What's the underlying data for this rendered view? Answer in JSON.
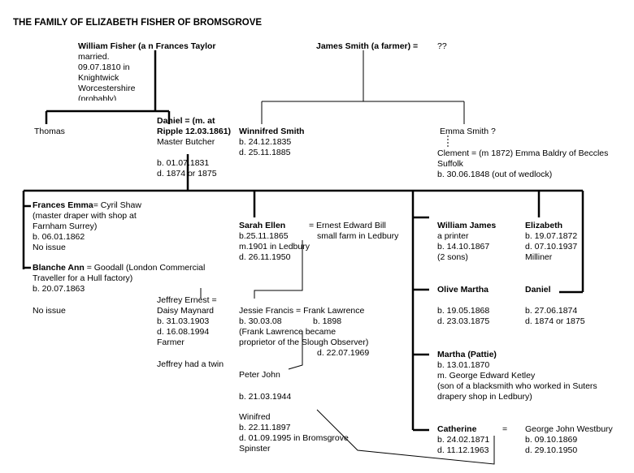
{
  "title": "THE FAMILY OF ELIZABETH FISHER OF BROMSGROVE",
  "gen1": {
    "william": {
      "name": "William Fisher (a n Frances Taylor",
      "married": "married.",
      "date": "09.07.1810 in",
      "place1": "Knightwick",
      "place2": "Worcestershire",
      "note": "(probably)"
    },
    "james": {
      "name": "James Smith  (a farmer) =",
      "spouse": "??"
    }
  },
  "gen2": {
    "thomas": "Thomas",
    "daniel": {
      "name": "Daniel   = (m. at",
      "marriage": "Ripple 12.03.1861)",
      "occupation": "Master Butcher",
      "born": "b. 01.07.1831",
      "died": "d. 1874 or 1875"
    },
    "winnifred": {
      "name": "Winnifred Smith",
      "born": "b. 24.12.1835",
      "died": "d. 25.11.1885"
    },
    "emma": {
      "name": "Emma Smith ?",
      "clement_line": "Clement  = (m 1872)  Emma Baldry of Beccles",
      "suffolk": "Suffolk",
      "born": "b. 30.06.1848 (out of wedlock)"
    }
  },
  "gen3": {
    "frances": {
      "name": "Frances Emma",
      "spouse": "= Cyril Shaw",
      "line2": "(master draper with shop at",
      "line3": "Farnham Surrey)",
      "born": "b. 06.01.1862",
      "issue": "No issue"
    },
    "blanche": {
      "name": "Blanche Ann",
      "spouse": " = Goodall (London Commercial",
      "line2": "Traveller for a Hull factory)",
      "born": "b. 20.07.1863",
      "issue": "No issue"
    },
    "sarah": {
      "name": "Sarah Ellen",
      "eq": "=  Ernest Edward Bill",
      "spouse_note": "small farm in Ledbury",
      "born": "b.25.11.1865",
      "married": "m.1901 in Ledbury",
      "died": "d. 26.11.1950"
    },
    "william_james": {
      "name": "William James",
      "occ": "a printer",
      "born": "b. 14.10.1867",
      "note": "(2 sons)"
    },
    "elizabeth": {
      "name": "Elizabeth",
      "born": "b. 19.07.1872",
      "died": "d. 07.10.1937",
      "occ": "Milliner"
    },
    "olive": {
      "name": "Olive Martha",
      "born": "b. 19.05.1868",
      "died": "d. 23.03.1875"
    },
    "daniel2": {
      "name": "Daniel",
      "born": "b. 27.06.1874",
      "died": "d. 1874 or 1875"
    },
    "martha": {
      "name": "Martha (Pattie)",
      "born": "b. 13.01.1870",
      "married": "m.  George Edward Ketley",
      "line3": "(son of a blacksmith who worked in Suters",
      "line4": "drapery shop in Ledbury)"
    },
    "catherine": {
      "name": "Catherine",
      "eq": "=",
      "spouse": "George John Westbury",
      "born": "b. 24.02.1871",
      "died": "d. 11.12.1963",
      "spouse_born": "b. 09.10.1869",
      "spouse_died": "d. 29.10.1950"
    }
  },
  "gen4": {
    "jeffrey": {
      "name": "Jeffrey Ernest   =",
      "spouse": "Daisy Maynard",
      "born": "b. 31.03.1903",
      "died": "d. 16.08.1994",
      "occ": "Farmer",
      "twin": "Jeffrey had a twin"
    },
    "jessie": {
      "name": "Jessie Francis  =  Frank Lawrence",
      "born": "b. 30.03.08",
      "spouse_born": "b.  1898",
      "note1": "(Frank Lawrence became",
      "note2": "proprietor of the Slough Observer)",
      "spouse_died": "d. 22.07.1969"
    },
    "peter": {
      "name": "Peter John",
      "born": "b. 21.03.1944"
    },
    "winifred": {
      "name": "Winifred",
      "born": "b. 22.11.1897",
      "died": "d. 01.09.1995 in Bromsgrove",
      "occ": "Spinster"
    }
  }
}
